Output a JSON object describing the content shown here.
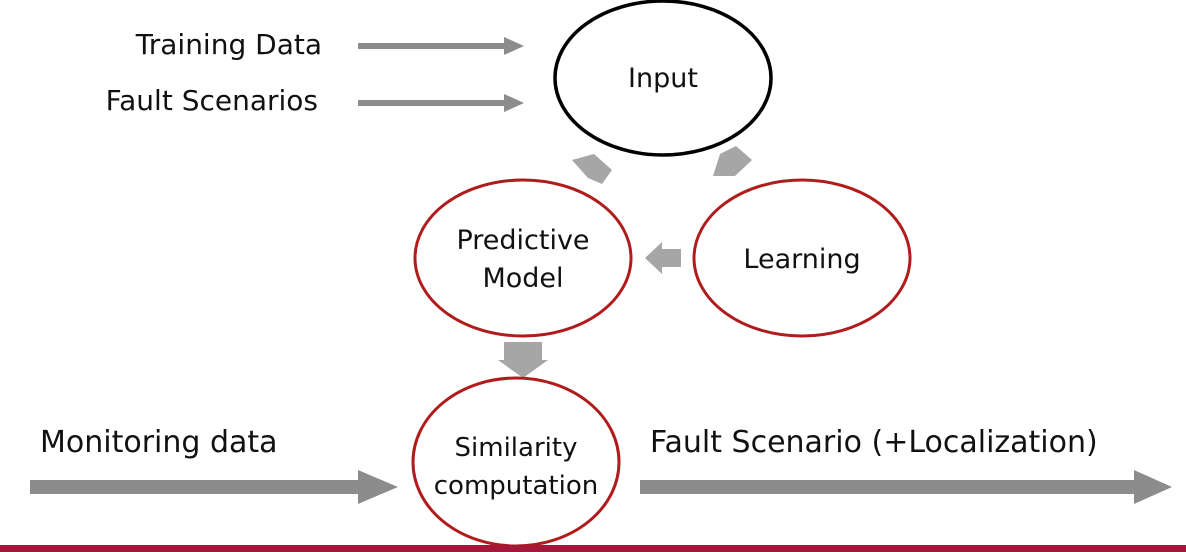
{
  "inputs": {
    "training_data": "Training Data",
    "fault_scenarios": "Fault Scenarios"
  },
  "nodes": {
    "input": "Input",
    "learning": "Learning",
    "predictive_model_line1": "Predictive",
    "predictive_model_line2": "Model",
    "similarity_line1": "Similarity",
    "similarity_line2": "computation"
  },
  "flows": {
    "monitoring_data": "Monitoring data",
    "fault_scenario_output": "Fault Scenario (+Localization)"
  },
  "colors": {
    "node_border_primary": "#000000",
    "node_border_accent": "#b01c1c",
    "arrow": "#8c8c8c",
    "cycle_arrow": "#a6a6a6",
    "bottom_bar": "#a3183a",
    "text": "#111111"
  }
}
